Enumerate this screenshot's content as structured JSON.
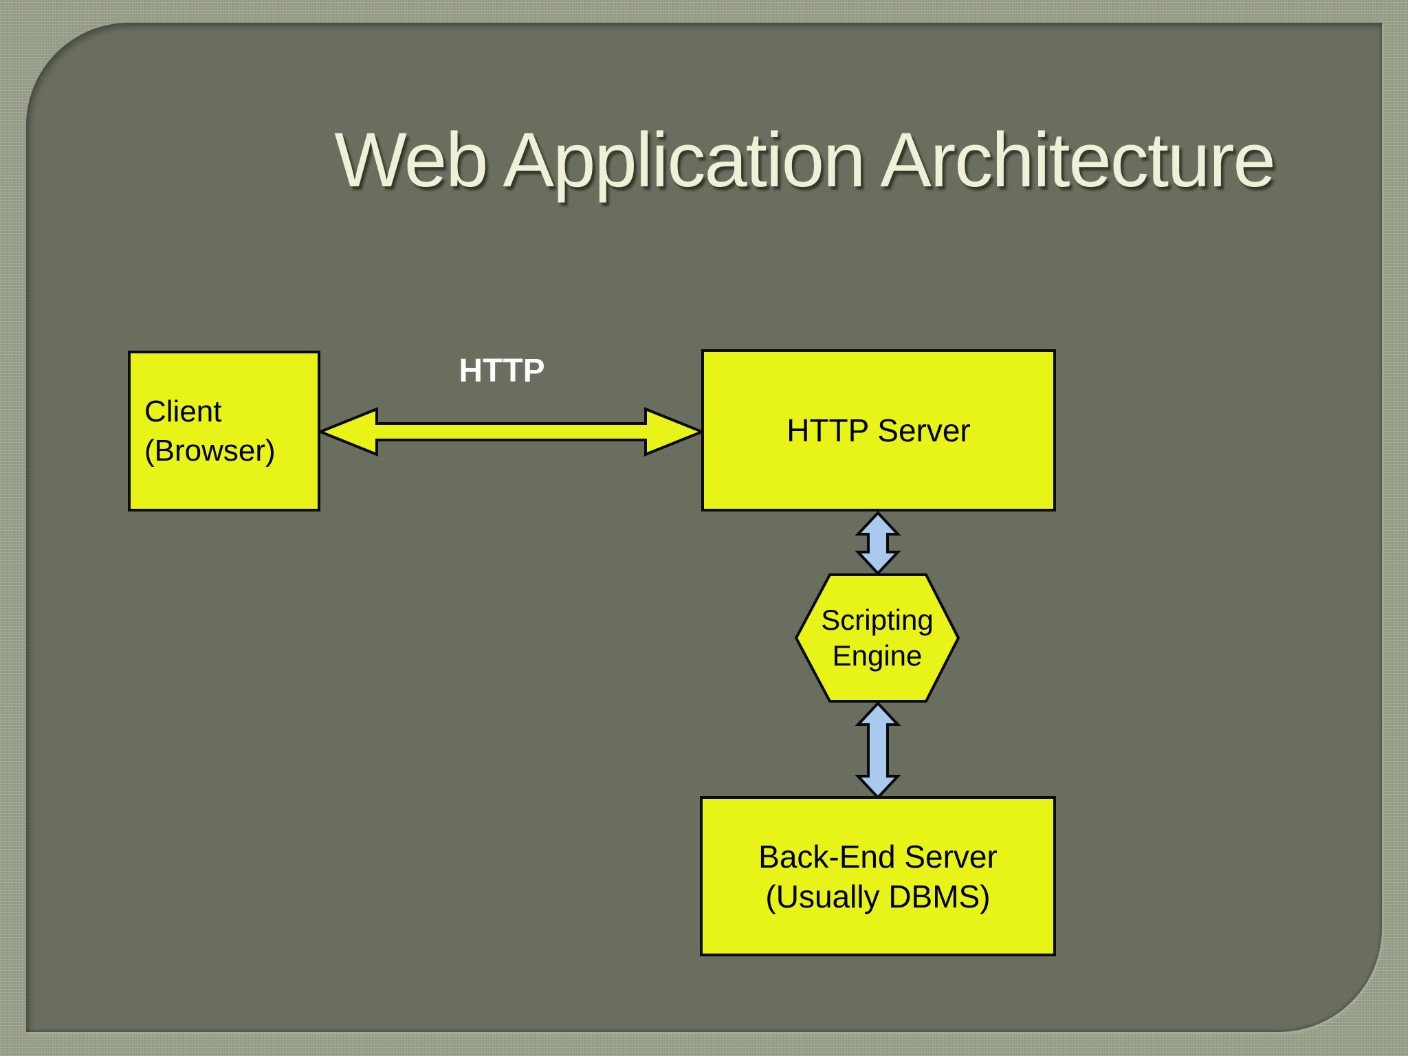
{
  "slide": {
    "title": "Web Application Architecture"
  },
  "diagram": {
    "nodes": [
      {
        "id": "client",
        "shape": "rectangle",
        "label": "Client\n(Browser)"
      },
      {
        "id": "http-server",
        "shape": "rectangle",
        "label": "HTTP Server"
      },
      {
        "id": "scripting-engine",
        "shape": "hexagon",
        "label": "Scripting\nEngine"
      },
      {
        "id": "backend-server",
        "shape": "rectangle",
        "label": "Back-End Server\n(Usually DBMS)"
      }
    ],
    "edges": [
      {
        "from": "client",
        "to": "http-server",
        "type": "double-arrow",
        "label": "HTTP",
        "color": "#e8f318"
      },
      {
        "from": "http-server",
        "to": "scripting-engine",
        "type": "double-arrow",
        "label": "",
        "color": "#a9c9ee"
      },
      {
        "from": "scripting-engine",
        "to": "backend-server",
        "type": "double-arrow",
        "label": "",
        "color": "#a9c9ee"
      }
    ],
    "colors": {
      "node_fill": "#e8f318",
      "node_border": "#0a0a0a",
      "node_text": "#000000",
      "blue_arrow_fill": "#a9c9ee",
      "panel_background": "#6a6e5f",
      "frame_background": "#99a08a",
      "title_text": "#eef0d8",
      "edge_label_text": "#fcfcf8"
    }
  }
}
